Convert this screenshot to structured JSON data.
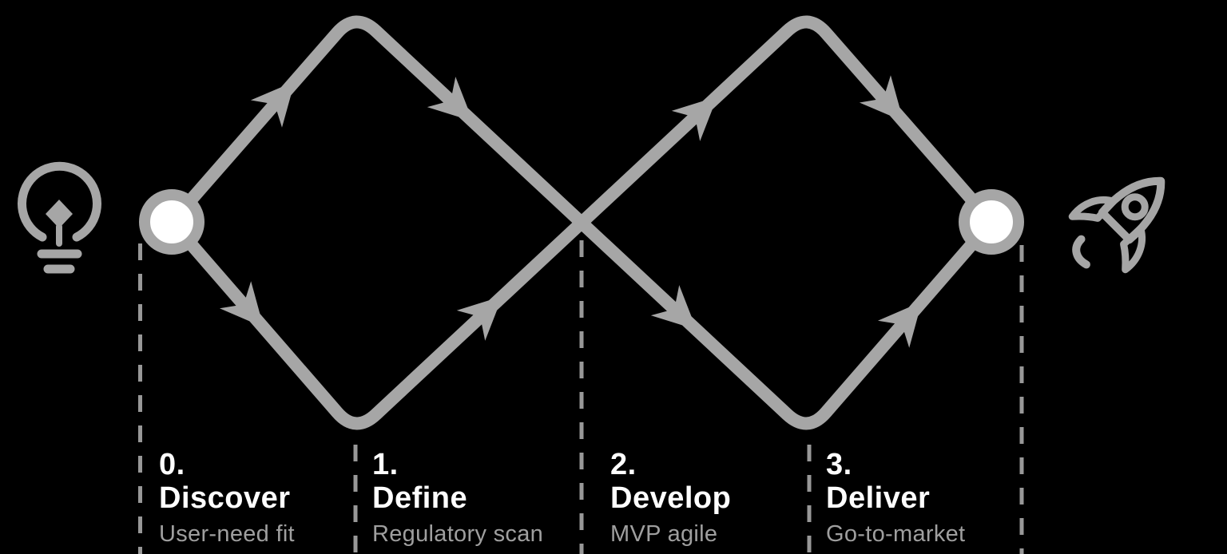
{
  "diagram": {
    "type": "double-diamond-process",
    "start_icon": "lightbulb",
    "end_icon": "rocket"
  },
  "colors": {
    "background": "#000000",
    "line": "#a6a6a6",
    "dash": "#989898",
    "title": "#ffffff",
    "subtitle": "#9f9f9f",
    "node_fill": "#ffffff"
  },
  "phases": [
    {
      "number": "0.",
      "name": "Discover",
      "subtitle": "User-need fit"
    },
    {
      "number": "1.",
      "name": "Define",
      "subtitle": "Regulatory scan"
    },
    {
      "number": "2.",
      "name": "Develop",
      "subtitle": "MVP agile"
    },
    {
      "number": "3.",
      "name": "Deliver",
      "subtitle": "Go-to-market"
    }
  ]
}
